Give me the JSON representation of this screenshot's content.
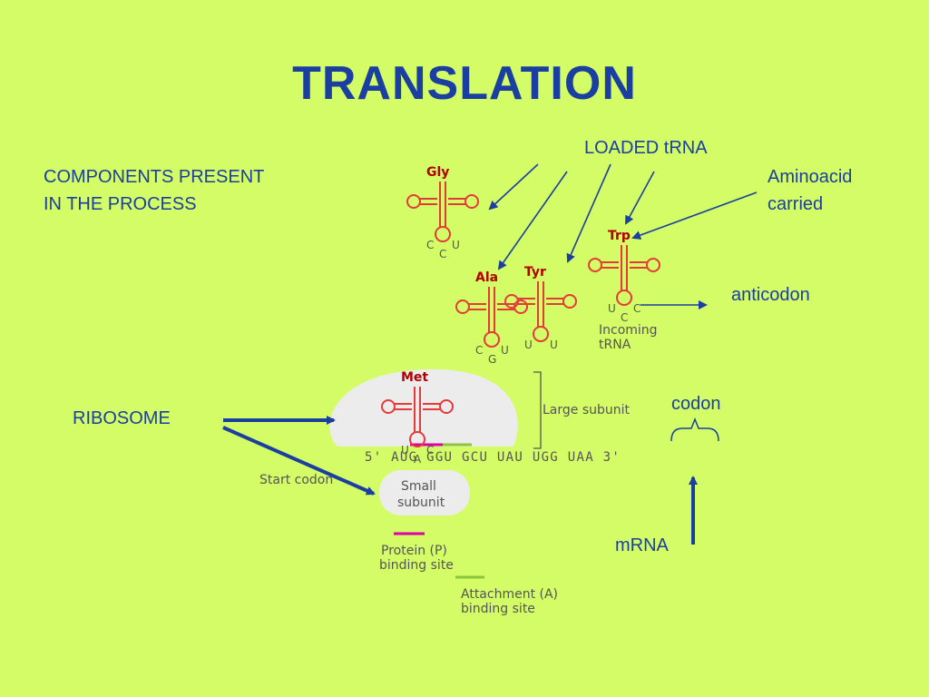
{
  "title": "TRANSLATION",
  "labels": {
    "components": "COMPONENTS PRESENT\nIN THE PROCESS",
    "loaded_trna": "LOADED tRNA",
    "aminoacid": "Aminoacid\ncarried",
    "anticodon": "anticodon",
    "ribosome": "RIBOSOME",
    "codon": "codon",
    "mrna": "mRNA"
  },
  "trna": [
    {
      "aa": "Gly",
      "anticodon": [
        "C",
        "C",
        "U"
      ]
    },
    {
      "aa": "Ala",
      "anticodon": [
        "C",
        "G",
        "U"
      ]
    },
    {
      "aa": "Tyr",
      "anticodon": [
        "U",
        "",
        "U"
      ]
    },
    {
      "aa": "Trp",
      "anticodon": [
        "U",
        "C",
        "C"
      ]
    },
    {
      "aa": "Met",
      "anticodon": [
        "U",
        "A",
        "C"
      ]
    }
  ],
  "diagram": {
    "incoming_trna": "Incoming\ntRNA",
    "large_subunit": "Large subunit",
    "small_subunit": "Small\nsubunit",
    "start_codon": "Start codon",
    "mrna_sequence": "5'  AUG GGU GCU UAU UGG UAA  3'",
    "p_site": "Protein (P)\nbinding site",
    "a_site": "Attachment (A)\nbinding site"
  },
  "colors": {
    "background": "#d4fc66",
    "text": "#1a3fa0",
    "arrow": "#1a3fa0",
    "trna": "#e53a3a",
    "ribosome": "#ececec",
    "p_site_bar": "#e000a0",
    "a_site_bar": "#8cc63f"
  }
}
